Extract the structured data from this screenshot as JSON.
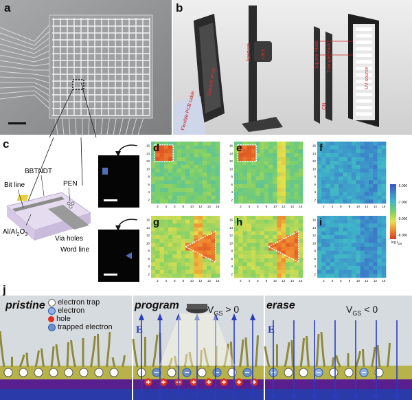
{
  "panels": {
    "a": "a",
    "b": "b",
    "c": "c",
    "d": "d",
    "e": "e",
    "f": "f",
    "g": "g",
    "h": "h",
    "i": "i",
    "j": "j"
  },
  "panel_b_labels": {
    "sample_array": "Sample array",
    "flexible_pcb": "Flexible PCB cable",
    "aperture": "Aperture",
    "lens": "Lens",
    "square_mask": "Square Mask",
    "triangle_mask": "Triangle Mask",
    "uv_source": "UV source",
    "on": "ON"
  },
  "panel_c_labels": {
    "bbtndt": "BBTNDT",
    "pen": "PEN",
    "bit_line": "Bit line",
    "via_holes": "Via holes",
    "electrode": "Al/Al",
    "electrode_sub": "2",
    "electrode_tail": "O",
    "electrode_sub2": "3",
    "word_line": "Word line"
  },
  "colorbar": {
    "ticks": [
      "-5.000",
      "-7.000",
      "-9.000",
      "-8.000"
    ],
    "label": "log I",
    "label_sub": "DS"
  },
  "axis_ticks": [
    "2",
    "4",
    "6",
    "8",
    "10",
    "12",
    "14",
    "16"
  ],
  "colors": {
    "low": "#3a7fd0",
    "mid_blue": "#3fb6c9",
    "green": "#7ccf6a",
    "yellow": "#e8e04a",
    "orange": "#f0872e",
    "red": "#d63a1f"
  },
  "chart_data": [
    {
      "type": "heatmap",
      "panel": "d",
      "pattern": "square",
      "rows": 16,
      "cols": 16
    },
    {
      "type": "heatmap",
      "panel": "e",
      "pattern": "square",
      "rows": 16,
      "cols": 16
    },
    {
      "type": "heatmap",
      "panel": "f",
      "pattern": "blank",
      "rows": 16,
      "cols": 16
    },
    {
      "type": "heatmap",
      "panel": "g",
      "pattern": "triangle",
      "rows": 16,
      "cols": 16
    },
    {
      "type": "heatmap",
      "panel": "h",
      "pattern": "triangle",
      "rows": 16,
      "cols": 16
    },
    {
      "type": "heatmap",
      "panel": "i",
      "pattern": "blank",
      "rows": 16,
      "cols": 16
    }
  ],
  "panel_j": {
    "pristine": {
      "title": "pristine",
      "legend": [
        {
          "icon": "electron-trap",
          "label": "electron trap"
        },
        {
          "icon": "electron",
          "label": "electron"
        },
        {
          "icon": "hole",
          "label": "hole"
        },
        {
          "icon": "trapped-electron",
          "label": "trapped electron"
        }
      ]
    },
    "program": {
      "title": "program",
      "condition": "V",
      "condition_sub": "GS",
      "condition_tail": " > 0",
      "field": "E"
    },
    "erase": {
      "title": "erase",
      "condition": "V",
      "condition_sub": "GS",
      "condition_tail": " < 0",
      "field": "E"
    }
  }
}
